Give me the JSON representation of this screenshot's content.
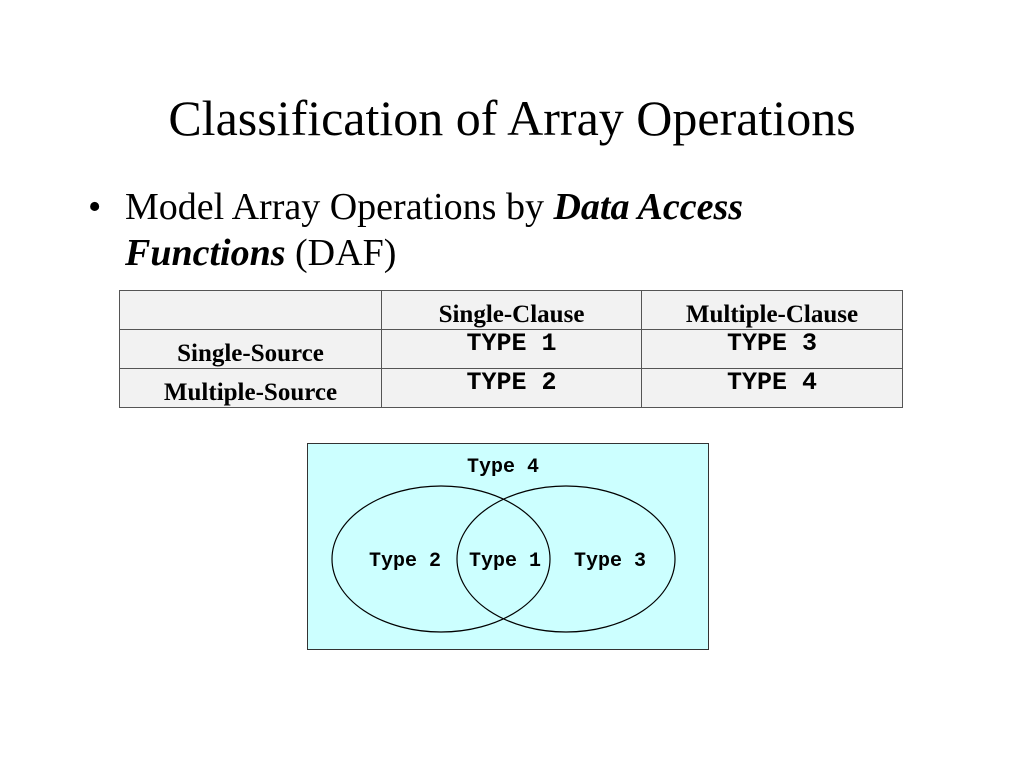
{
  "slide": {
    "title": "Classification of Array Operations",
    "bullet": {
      "marker": "•",
      "text_before": "Model Array Operations by ",
      "emphasis": "Data Access Functions",
      "text_after": " (DAF)"
    }
  },
  "table": {
    "column_headers": [
      "",
      "Single-Clause",
      "Multiple-Clause"
    ],
    "rows": [
      {
        "header": "Single-Source",
        "cells": [
          "TYPE 1",
          "TYPE 3"
        ]
      },
      {
        "header": "Multiple-Source",
        "cells": [
          "TYPE 2",
          "TYPE 4"
        ]
      }
    ]
  },
  "venn": {
    "outer_label": "Type 4",
    "left_label": "Type 2",
    "center_label": "Type 1",
    "right_label": "Type 3",
    "background_color": "#ccffff"
  }
}
